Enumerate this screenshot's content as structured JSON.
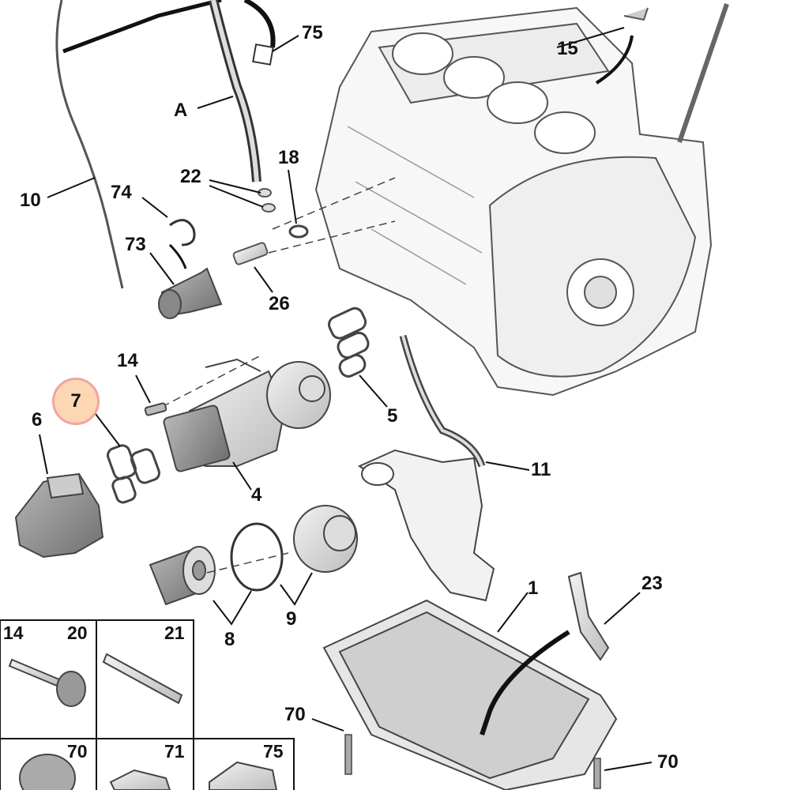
{
  "callouts": {
    "c75": "75",
    "c15": "15",
    "cA": "A",
    "c18": "18",
    "c22": "22",
    "c10": "10",
    "c74": "74",
    "c73": "73",
    "c26": "26",
    "c14": "14",
    "c7": "7",
    "c6": "6",
    "c5": "5",
    "c4": "4",
    "c11": "11",
    "c1": "1",
    "c23": "23",
    "c8": "8",
    "c9": "9",
    "c70a": "70",
    "c70b": "70"
  },
  "inset": {
    "cell1": {
      "left": "14",
      "right": "20"
    },
    "cell2": {
      "right": "21"
    },
    "cell3": {
      "right": "70"
    },
    "cell4": {
      "right": "71"
    },
    "cell5": {
      "right": "75"
    }
  },
  "highlighted_part": "7",
  "colors": {
    "highlight_fill": "#fbd7b4",
    "highlight_ring": "#f2a3a3",
    "ink": "#111111"
  }
}
